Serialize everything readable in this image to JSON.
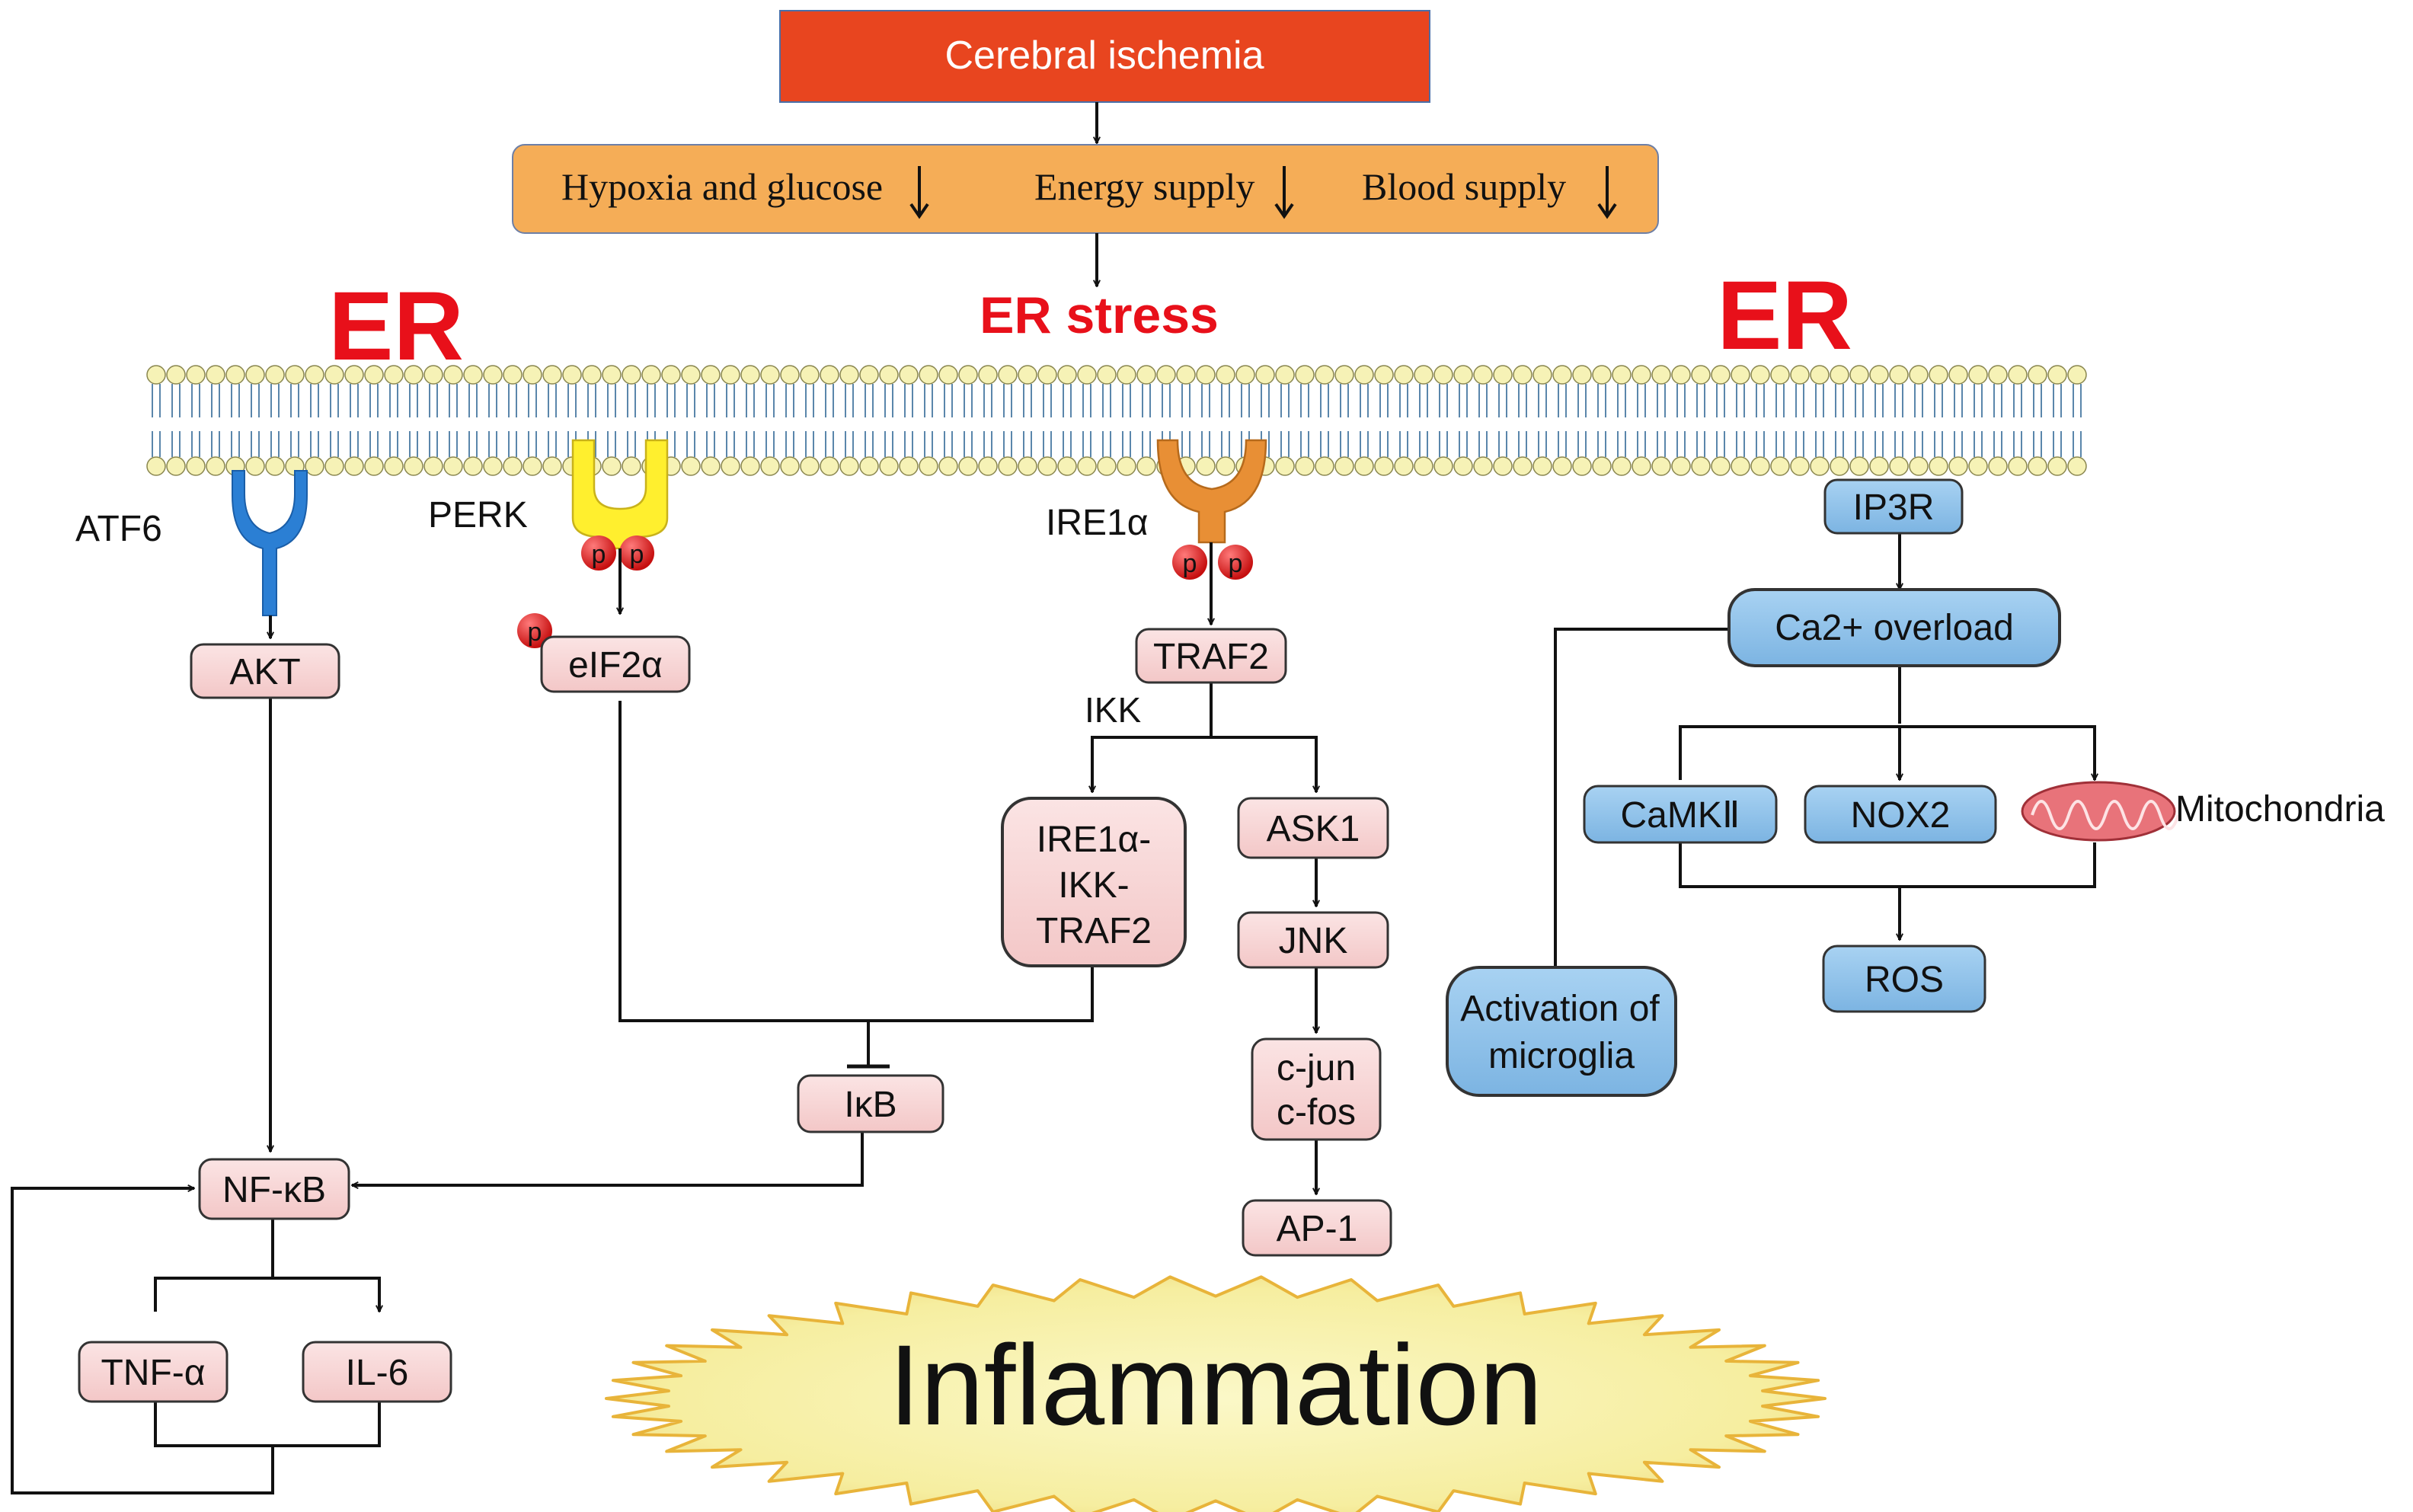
{
  "top": {
    "title": "Cerebral ischemia",
    "conditions": [
      "Hypoxia and glucose",
      "Energy supply",
      "Blood supply"
    ],
    "stress": "ER stress",
    "er_left": "ER",
    "er_right": "ER"
  },
  "receptors": {
    "atf6": "ATF6",
    "perk": "PERK",
    "ire1a": "IRE1α",
    "phospho": "p"
  },
  "nodes": {
    "akt": "AKT",
    "eif2a": "eIF2α",
    "traf2": "TRAF2",
    "ikk": "IKK",
    "complex_l1": "IRE1α-",
    "complex_l2": "IKK-",
    "complex_l3": "TRAF2",
    "ask1": "ASK1",
    "jnk": "JNK",
    "cjun": "c-jun",
    "cfos": "c-fos",
    "ap1": "AP-1",
    "ikb": "IκB",
    "nfkb": "NF-κB",
    "tnfa": "TNF-α",
    "il6": "IL-6",
    "ip3r": "IP3R",
    "ca_overload": "Ca2+ overload",
    "camk": "CaMKⅡ",
    "nox2": "NOX2",
    "mitochondria": "Mitochondria",
    "ros": "ROS",
    "microglia_l1": "Activation of",
    "microglia_l2": "microglia"
  },
  "outcome": "Inflammation",
  "colors": {
    "title_box": "#e8451f",
    "condition_box": "#f5ad57",
    "er_red": "#e8101a",
    "pink_node": "#f7d4d4",
    "blue_node": "#8fc1e8",
    "lipid_head": "#f6f2b6",
    "lipid_tail": "#5a86ab",
    "atf6_receptor": "#2b7fd4",
    "perk_receptor": "#ffef2e",
    "ire1_receptor": "#e88f35",
    "phospho_red": "#d81818",
    "burst_fill": "#f8f2a8",
    "burst_edge": "#e8b43a",
    "mito_fill": "#e8737a"
  }
}
